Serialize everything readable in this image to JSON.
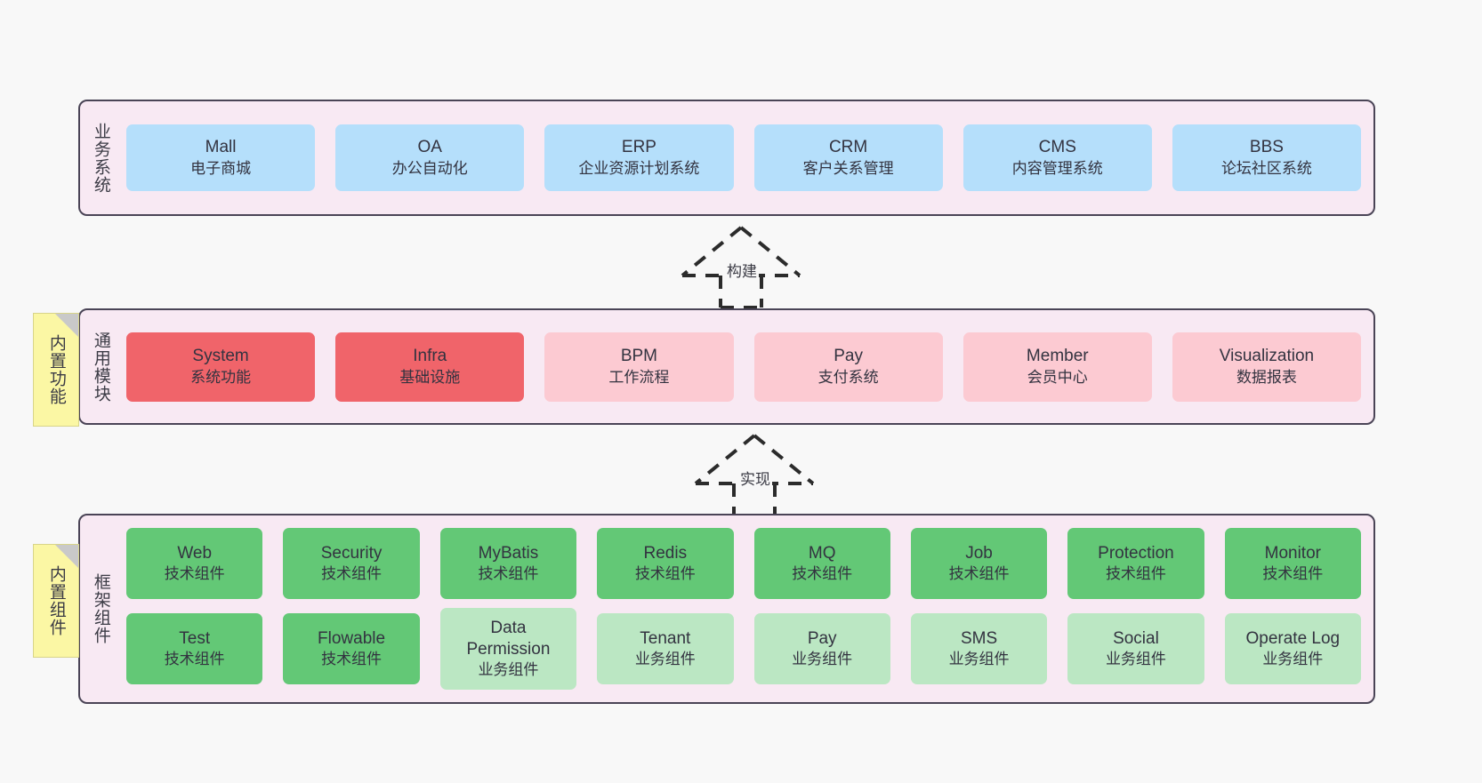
{
  "diagram": {
    "notes": [
      {
        "name": "builtin-function",
        "label": "内置功能"
      },
      {
        "name": "builtin-component",
        "label": "内置组件"
      }
    ],
    "connectors": [
      {
        "name": "build",
        "label": "构建",
        "style": "dashed-generalization"
      },
      {
        "name": "implement",
        "label": "实现",
        "style": "dashed-generalization"
      }
    ],
    "layers": [
      {
        "id": "business",
        "title": "业务系统",
        "rows": [
          [
            {
              "title": "Mall",
              "subtitle": "电子商城",
              "color": "#b5dffb"
            },
            {
              "title": "OA",
              "subtitle": "办公自动化",
              "color": "#b5dffb"
            },
            {
              "title": "ERP",
              "subtitle": "企业资源计划系统",
              "color": "#b5dffb"
            },
            {
              "title": "CRM",
              "subtitle": "客户关系管理",
              "color": "#b5dffb"
            },
            {
              "title": "CMS",
              "subtitle": "内容管理系统",
              "color": "#b5dffb"
            },
            {
              "title": "BBS",
              "subtitle": "论坛社区系统",
              "color": "#b5dffb"
            }
          ]
        ]
      },
      {
        "id": "common",
        "title": "通用模块",
        "rows": [
          [
            {
              "title": "System",
              "subtitle": "系统功能",
              "color": "#f0646a"
            },
            {
              "title": "Infra",
              "subtitle": "基础设施",
              "color": "#f0646a"
            },
            {
              "title": "BPM",
              "subtitle": "工作流程",
              "color": "#fccad2"
            },
            {
              "title": "Pay",
              "subtitle": "支付系统",
              "color": "#fccad2"
            },
            {
              "title": "Member",
              "subtitle": "会员中心",
              "color": "#fccad2"
            },
            {
              "title": "Visualization",
              "subtitle": "数据报表",
              "color": "#fccad2"
            }
          ]
        ]
      },
      {
        "id": "framework",
        "title": "框架组件",
        "rows": [
          [
            {
              "title": "Web",
              "subtitle": "技术组件",
              "color": "#63c876"
            },
            {
              "title": "Security",
              "subtitle": "技术组件",
              "color": "#63c876"
            },
            {
              "title": "MyBatis",
              "subtitle": "技术组件",
              "color": "#63c876"
            },
            {
              "title": "Redis",
              "subtitle": "技术组件",
              "color": "#63c876"
            },
            {
              "title": "MQ",
              "subtitle": "技术组件",
              "color": "#63c876"
            },
            {
              "title": "Job",
              "subtitle": "技术组件",
              "color": "#63c876"
            },
            {
              "title": "Protection",
              "subtitle": "技术组件",
              "color": "#63c876"
            },
            {
              "title": "Monitor",
              "subtitle": "技术组件",
              "color": "#63c876"
            }
          ],
          [
            {
              "title": "Test",
              "subtitle": "技术组件",
              "color": "#63c876"
            },
            {
              "title": "Flowable",
              "subtitle": "技术组件",
              "color": "#63c876"
            },
            {
              "title": "Data",
              "title2": "Permission",
              "subtitle": "业务组件",
              "color": "#bbe7c3"
            },
            {
              "title": "Tenant",
              "subtitle": "业务组件",
              "color": "#bbe7c3"
            },
            {
              "title": "Pay",
              "subtitle": "业务组件",
              "color": "#bbe7c3"
            },
            {
              "title": "SMS",
              "subtitle": "业务组件",
              "color": "#bbe7c3"
            },
            {
              "title": "Social",
              "subtitle": "业务组件",
              "color": "#bbe7c3"
            },
            {
              "title": "Operate Log",
              "subtitle": "业务组件",
              "color": "#bbe7c3"
            }
          ]
        ]
      }
    ],
    "colors": {
      "canvas_background": "#f8f8f8",
      "layer_background": "#f8e9f3",
      "layer_border": "#4a4456",
      "note_background": "#fbf7a4",
      "business_card": "#b5dffb",
      "common_card_strong": "#f0646a",
      "common_card_light": "#fccad2",
      "framework_card_tech": "#63c876",
      "framework_card_business": "#bbe7c3"
    }
  }
}
